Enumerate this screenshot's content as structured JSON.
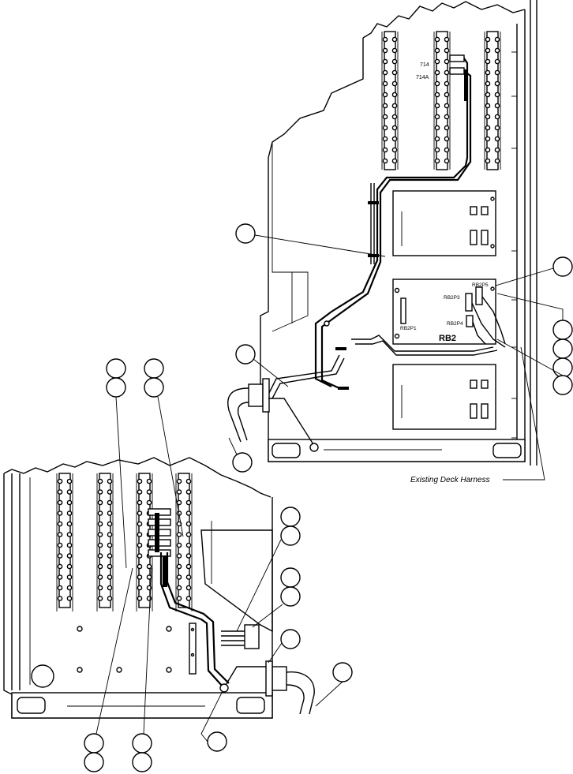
{
  "labels": {
    "connector_714": "714",
    "connector_714a": "714A",
    "rb2p5": "RB2P5",
    "rb2p3": "RB2P3",
    "rb2p4": "RB2P4",
    "rb2p1": "RB2P1",
    "rb2": "RB2",
    "existing_harness": "Existing Deck Harness"
  },
  "colors": {
    "line": "#000000",
    "background": "#ffffff"
  }
}
